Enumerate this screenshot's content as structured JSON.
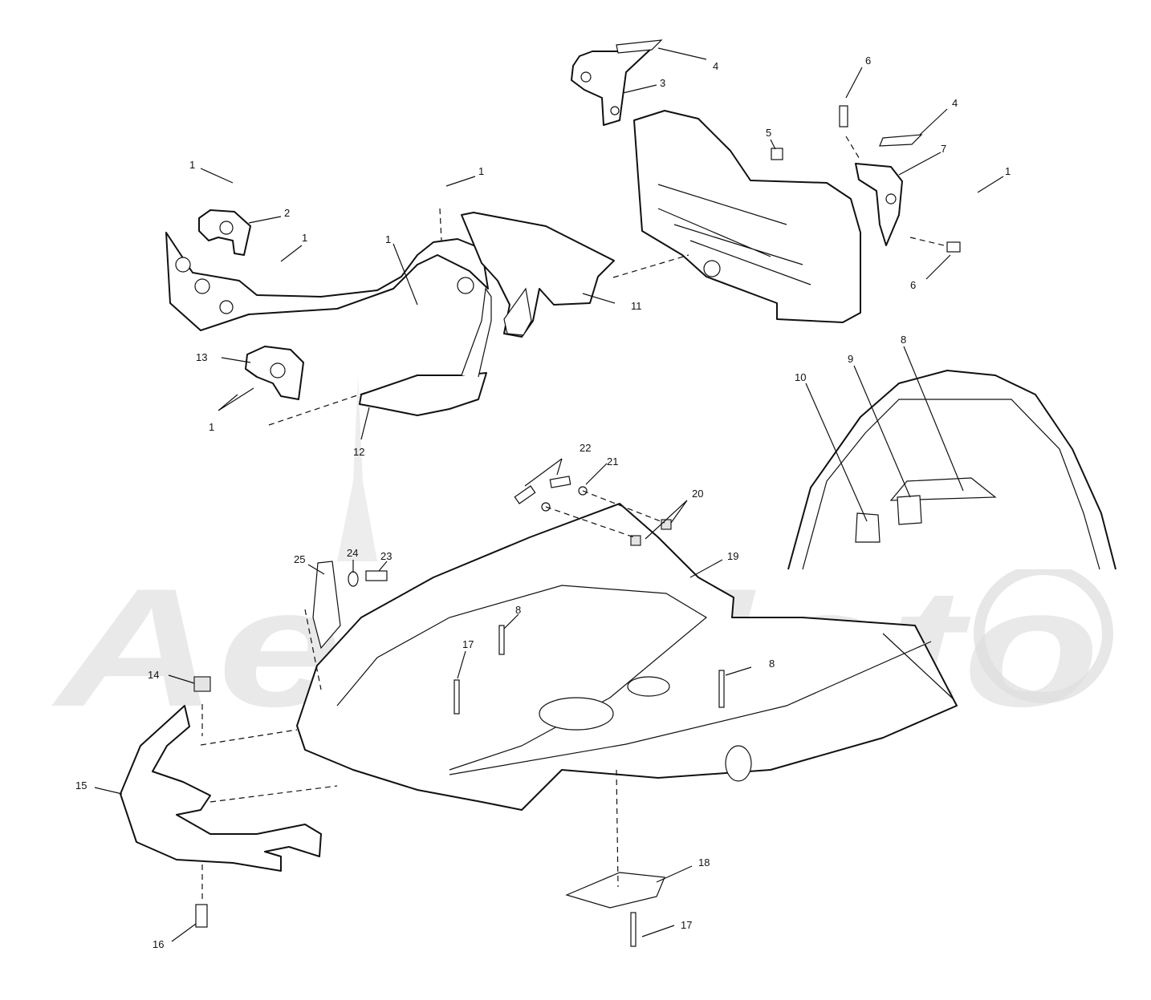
{
  "watermark": {
    "text": "AeroMoto"
  },
  "callouts": [
    {
      "id": "c1a",
      "label": "1"
    },
    {
      "id": "c2",
      "label": "2"
    },
    {
      "id": "c1b",
      "label": "1"
    },
    {
      "id": "c1c",
      "label": "1"
    },
    {
      "id": "c1d",
      "label": "1"
    },
    {
      "id": "c13",
      "label": "13"
    },
    {
      "id": "c1e",
      "label": "1"
    },
    {
      "id": "c12",
      "label": "12"
    },
    {
      "id": "c11",
      "label": "11"
    },
    {
      "id": "c3",
      "label": "3"
    },
    {
      "id": "c4a",
      "label": "4"
    },
    {
      "id": "c6a",
      "label": "6"
    },
    {
      "id": "c4b",
      "label": "4"
    },
    {
      "id": "c5",
      "label": "5"
    },
    {
      "id": "c7",
      "label": "7"
    },
    {
      "id": "c1f",
      "label": "1"
    },
    {
      "id": "c6b",
      "label": "6"
    },
    {
      "id": "c8a",
      "label": "8"
    },
    {
      "id": "c9",
      "label": "9"
    },
    {
      "id": "c10",
      "label": "10"
    },
    {
      "id": "c22",
      "label": "22"
    },
    {
      "id": "c21",
      "label": "21"
    },
    {
      "id": "c20",
      "label": "20"
    },
    {
      "id": "c19",
      "label": "19"
    },
    {
      "id": "c25",
      "label": "25"
    },
    {
      "id": "c24",
      "label": "24"
    },
    {
      "id": "c23",
      "label": "23"
    },
    {
      "id": "c8b",
      "label": "8"
    },
    {
      "id": "c8c",
      "label": "8"
    },
    {
      "id": "c17a",
      "label": "17"
    },
    {
      "id": "c14",
      "label": "14"
    },
    {
      "id": "c15",
      "label": "15"
    },
    {
      "id": "c16",
      "label": "16"
    },
    {
      "id": "c18",
      "label": "18"
    },
    {
      "id": "c17b",
      "label": "17"
    }
  ]
}
